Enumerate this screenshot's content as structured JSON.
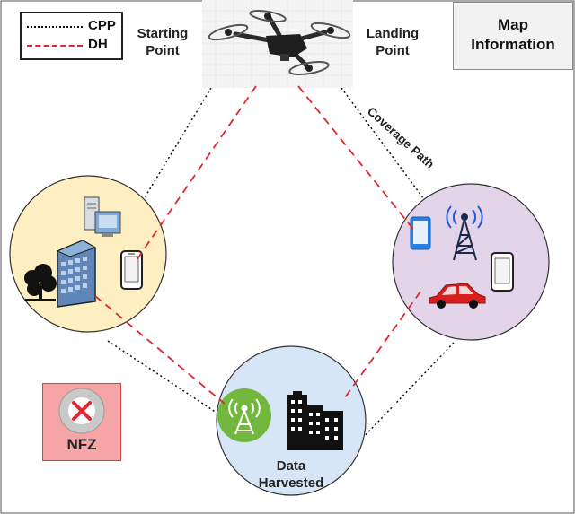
{
  "legend": {
    "items": [
      {
        "label": "CPP",
        "style": "dotted",
        "color": "#111111"
      },
      {
        "label": "DH",
        "style": "dashed",
        "color": "#e0262f"
      }
    ]
  },
  "labels": {
    "starting_point_line1": "Starting",
    "starting_point_line2": "Point",
    "landing_point_line1": "Landing",
    "landing_point_line2": "Point",
    "coverage_path": "Coverage Path",
    "data_harvested_line1": "Data",
    "data_harvested_line2": "Harvested",
    "nfz": "NFZ"
  },
  "map_info": {
    "line1": "Map",
    "line2": "Information"
  },
  "icons": [
    "drone-icon",
    "server-icon",
    "office-building-icon",
    "tree-icon",
    "smartphone-icon",
    "cell-tower-icon",
    "car-icon",
    "city-buildings-icon",
    "no-entry-icon"
  ],
  "colors": {
    "left_circle": "#fdefc2",
    "right_circle": "#e3d4ea",
    "bottom_circle": "#d7e6f7",
    "tower_badge": "#74b73f",
    "dh_line": "#e0262f",
    "nfz_fill": "#f5a5a5",
    "nfz_x": "#e0262f"
  }
}
